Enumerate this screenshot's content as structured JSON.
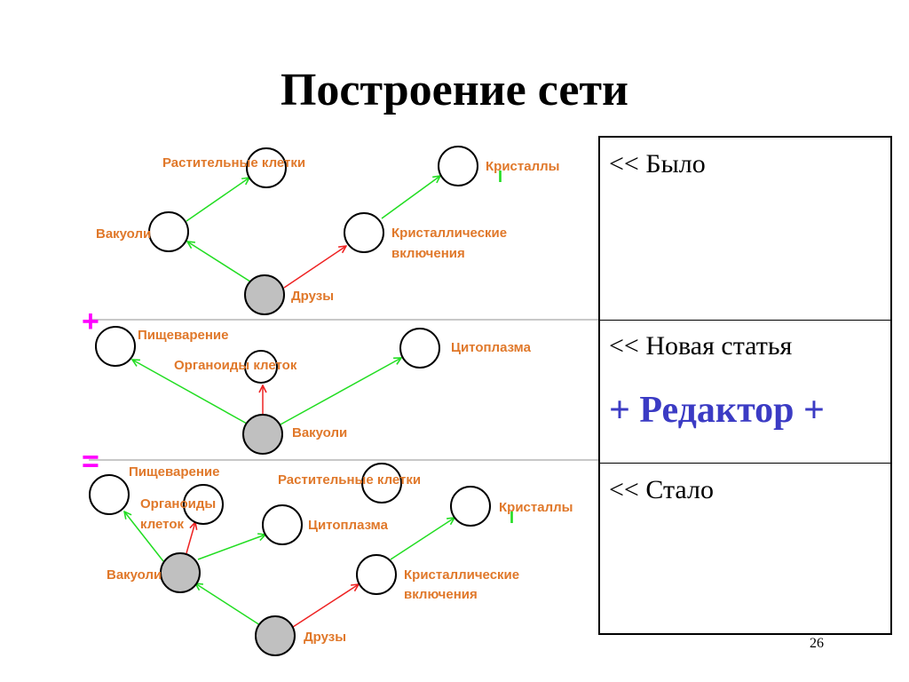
{
  "title": "Построение сети",
  "slide_number": "26",
  "colors": {
    "label": "#e0782a",
    "green_arrow": "#22dd22",
    "red_arrow": "#ee2222",
    "root_fill": "#c0c0c0",
    "plus_sign": "#ff00ff",
    "editor_text": "#3b3bc4",
    "separator": "#c8c8c8"
  },
  "signs": {
    "plus": "+",
    "equals": "=",
    "mark": "I"
  },
  "table": {
    "was": "<< Было",
    "new_article": "<< Новая  статья",
    "editor": "+ Редактор +",
    "became": "<< Стало"
  },
  "networks": {
    "was": {
      "druzy": "Друзы",
      "vakuoli": "Вакуоли",
      "rastitelnye": "Растительные клетки",
      "kristallicheskie_1": "Кристаллические",
      "kristallicheskie_2": "включения",
      "kristally": "Кристаллы"
    },
    "new": {
      "vakuoli": "Вакуоли",
      "pishchevarenie": "Пищеварение",
      "organoidy": "Органоиды клеток",
      "citoplazma": "Цитоплазма"
    },
    "became": {
      "druzy": "Друзы",
      "vakuoli": "Вакуоли",
      "pishchevarenie": "Пищеварение",
      "organoidy_1": "Органоиды",
      "organoidy_2": "клеток",
      "citoplazma": "Цитоплазма",
      "rastitelnye": "Растительные клетки",
      "kristallicheskie_1": "Кристаллические",
      "kristallicheskie_2": "включения",
      "kristally": "Кристаллы"
    }
  }
}
